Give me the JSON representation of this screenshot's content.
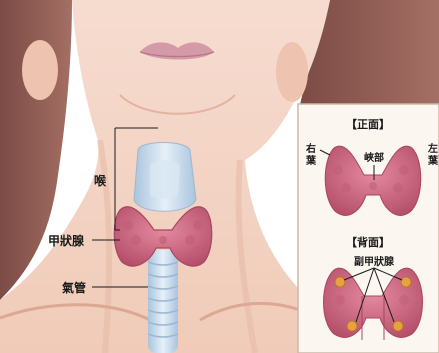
{
  "labels": {
    "larynx": "喉",
    "thyroid": "甲狀腺",
    "trachea": "氣管"
  },
  "inset": {
    "front_title": "【正面】",
    "right_lobe": "右\n葉",
    "isthmus": "峽部",
    "left_lobe": "左\n葉",
    "back_title": "【背面】",
    "parathyroid": "副甲狀腺"
  },
  "colors": {
    "skin": "#f3d6c8",
    "skin_shadow": "#e2b6a2",
    "hair": "#8a5a52",
    "gland": "#d1738a",
    "gland_dark": "#a8465f",
    "trachea": "#c9dcee",
    "parathyroid": "#e8a040",
    "inset_bg": "#fbf6f0",
    "inset_border": "#c9b9a8"
  }
}
